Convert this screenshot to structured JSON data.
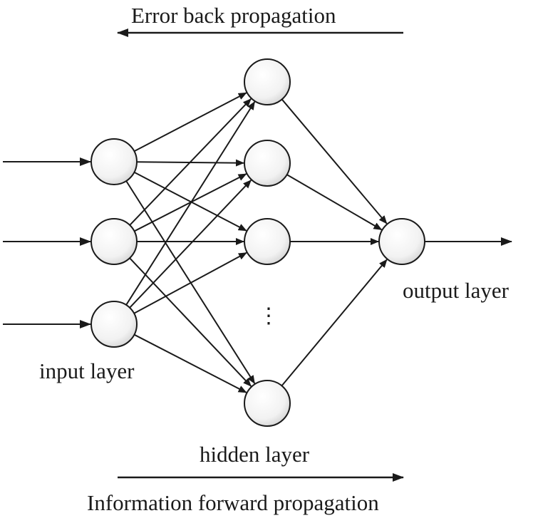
{
  "labels": {
    "error_back": "Error back propagation",
    "output_layer": "output layer",
    "input_layer": "input layer",
    "hidden_layer": "hidden layer",
    "info_forward": "Information forward propagation",
    "ellipsis": "⋮"
  },
  "network": {
    "inputs": 3,
    "hidden_nodes": 4,
    "outputs": 1,
    "hidden_ellipsis_between": [
      3,
      4
    ]
  },
  "colors": {
    "stroke": "#1a1a1a",
    "node_fill_center": "#ffffff",
    "node_fill_edge": "#d9d9d9",
    "background": "#ffffff"
  }
}
